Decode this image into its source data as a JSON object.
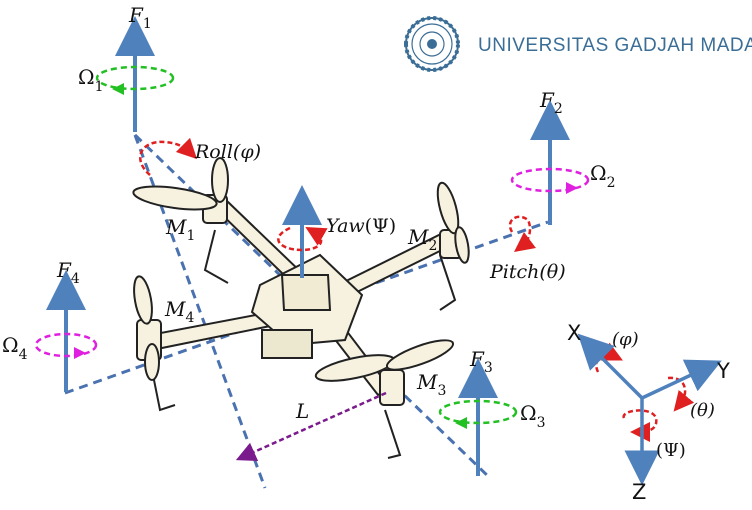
{
  "header": {
    "institution": "UNIVERSITAS GADJAH MADA"
  },
  "forces": {
    "f1": {
      "symbol": "F",
      "sub": "1"
    },
    "f2": {
      "symbol": "F",
      "sub": "2"
    },
    "f3": {
      "symbol": "F",
      "sub": "3"
    },
    "f4": {
      "symbol": "F",
      "sub": "4"
    }
  },
  "rotor_speeds": {
    "w1": {
      "symbol": "Ω",
      "sub": "1"
    },
    "w2": {
      "symbol": "Ω",
      "sub": "2"
    },
    "w3": {
      "symbol": "Ω",
      "sub": "3"
    },
    "w4": {
      "symbol": "Ω",
      "sub": "4"
    }
  },
  "motors": {
    "m1": {
      "symbol": "M",
      "sub": "1"
    },
    "m2": {
      "symbol": "M",
      "sub": "2"
    },
    "m3": {
      "symbol": "M",
      "sub": "3"
    },
    "m4": {
      "symbol": "M",
      "sub": "4"
    }
  },
  "rotations": {
    "roll": {
      "word": "Roll",
      "angle": "(φ)"
    },
    "pitch": {
      "word": "Pitch",
      "angle": "(θ)"
    },
    "yaw": {
      "word": "Yaw",
      "angle": "(Ψ)"
    }
  },
  "arm_length": "L",
  "axes": {
    "x": "X",
    "y": "Y",
    "z": "Z",
    "phi": "(φ)",
    "theta": "(θ)",
    "psi": "(Ψ)"
  },
  "colors": {
    "force_arrow": "#4f81bd",
    "arm_line": "#4a72b0",
    "rotation_red": "#e02020",
    "omega_green": "#22c022",
    "omega_magenta": "#e020e0",
    "length_purple": "#7a1a8c"
  }
}
